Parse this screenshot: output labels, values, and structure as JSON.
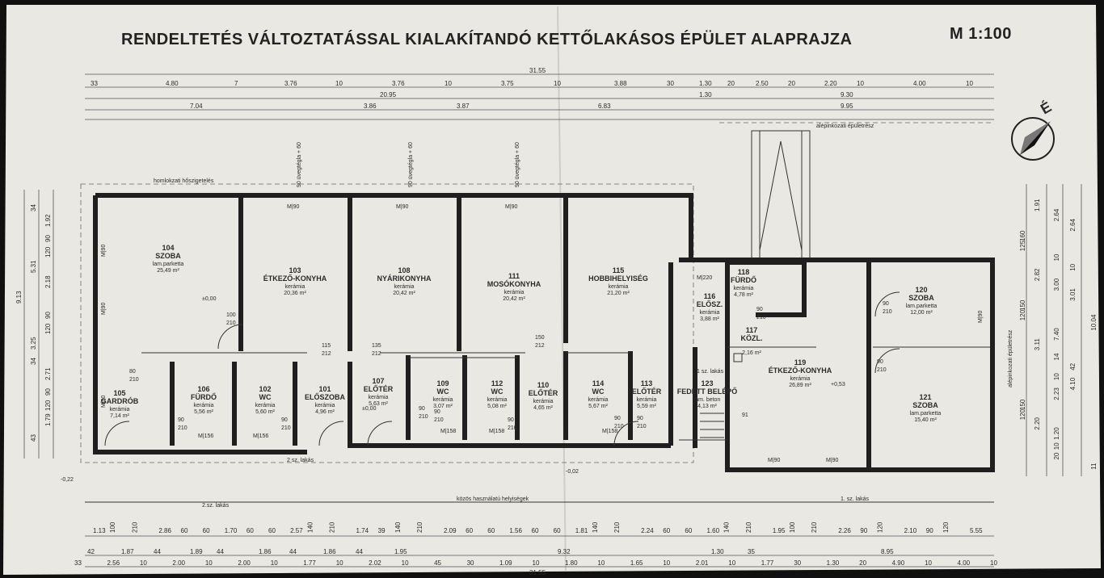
{
  "title": "RENDELTETÉS VÁLTOZTATÁSSAL KIALAKÍTANDÓ KETTŐLAKÁSOS ÉPÜLET ALAPRAJZA",
  "scale": "M 1:100",
  "compass": {
    "letter": "É"
  },
  "dims_top": {
    "row1": [
      "33",
      "4.80",
      "7",
      "3.76",
      "10",
      "3.76",
      "10",
      "3.75",
      "10",
      "3.88",
      "30",
      "1.30",
      "20",
      "2.50",
      "20",
      "2.20",
      "10",
      "4.00",
      "10"
    ],
    "overall": "31.55",
    "row2": [
      "20.95",
      "1.30",
      "9.30"
    ],
    "row3": [
      "7.04",
      "3.86",
      "3.87",
      "6.83",
      "9.95"
    ]
  },
  "dims_bottom": {
    "row1": [
      "1.13",
      "100",
      "210",
      "2.86",
      "60",
      "60",
      "1.70",
      "60",
      "60",
      "2.57",
      "140",
      "210",
      "1.74",
      "39",
      "140",
      "210",
      "2.09",
      "60",
      "60",
      "1.56",
      "60",
      "60",
      "1.81",
      "140",
      "210",
      "2.24",
      "60",
      "60",
      "1.60",
      "140",
      "210",
      "1.95",
      "100",
      "210",
      "2.26",
      "90",
      "120",
      "2.10",
      "90",
      "120",
      "5.55"
    ],
    "row2": [
      "42",
      "1.87",
      "44",
      "1.89",
      "44",
      "1.86",
      "44",
      "1.86",
      "44",
      "1.95",
      "9.32",
      "1.30",
      "35",
      "8.95"
    ],
    "row3": [
      "33",
      "2.56",
      "10",
      "2.00",
      "10",
      "2.00",
      "10",
      "1.77",
      "10",
      "2.02",
      "10",
      "45",
      "30",
      "1.09",
      "10",
      "1.80",
      "10",
      "1.65",
      "10",
      "2.01",
      "10",
      "1.77",
      "30",
      "1.30",
      "20",
      "4.90",
      "10",
      "4.00",
      "10"
    ],
    "overall": "31.55"
  },
  "dims_left": [
    "34",
    "1.92",
    "90",
    "120",
    "5.31",
    "2.18",
    "9.13",
    "90",
    "120",
    "3.25",
    "34",
    "2.71",
    "90",
    "120",
    "1.79",
    "43"
  ],
  "dims_right": [
    "1.91",
    "2.64",
    "2.64",
    "160",
    "125",
    "10",
    "10",
    "2.82",
    "3.00",
    "3.01",
    "150",
    "120",
    "10.04",
    "7.40",
    "3.11",
    "14",
    "42",
    "10",
    "4.10",
    "2.23",
    "150",
    "120",
    "2.20",
    "1.20",
    "10",
    "20",
    "11"
  ],
  "window_labels": [
    "90 üvegtégla + 60",
    "90 üvegtégla + 60",
    "90 üvegtégla + 60"
  ],
  "openings": [
    "M|90",
    "M|90",
    "M|90",
    "M|90",
    "M|90",
    "M|90",
    "M|90",
    "M|156",
    "M|156",
    "M|158",
    "M|158",
    "M|158",
    "M|220",
    "M|90",
    "M|90"
  ],
  "misc_labels": {
    "homlokzati": "homlokzati hőszigetelés",
    "alapinkozati": "alépinkozati épületrész",
    "alapinkozati_side": "alépinkozati épületrész",
    "lakas2": "2.sz. lakás",
    "kozos": "közös használatú helyiségek",
    "lakas1": "1. sz. lakás",
    "lakas2_mid": "2 sz. lakás",
    "lakas1_mid": "1 sz. lakás",
    "level_000a": "±0,00",
    "level_000b": "±0,00",
    "level_002": "-0,02",
    "level_022": "-0,22",
    "level_053": "+0,53"
  },
  "door_labels": [
    {
      "w": "100",
      "h": "210"
    },
    {
      "w": "80",
      "h": "210"
    },
    {
      "w": "90",
      "h": "210"
    },
    {
      "w": "90",
      "h": "210"
    },
    {
      "w": "115",
      "h": "212"
    },
    {
      "w": "135",
      "h": "212"
    },
    {
      "w": "90",
      "h": "210"
    },
    {
      "w": "90",
      "h": "210"
    },
    {
      "w": "150",
      "h": "212"
    },
    {
      "w": "90",
      "h": "210"
    },
    {
      "w": "90",
      "h": "210"
    },
    {
      "w": "90",
      "h": "210"
    },
    {
      "w": "90",
      "h": "210"
    },
    {
      "w": "90",
      "h": "210"
    },
    {
      "w": "90",
      "h": "210"
    },
    {
      "w": "91",
      "h": ""
    }
  ],
  "rooms": [
    {
      "num": "104",
      "name": "SZOBA",
      "floor": "lam.parketta",
      "area": "25,49 m²"
    },
    {
      "num": "103",
      "name": "ÉTKEZŐ-KONYHA",
      "floor": "kerámia",
      "area": "20,36 m²"
    },
    {
      "num": "108",
      "name": "NYÁRIKONYHA",
      "floor": "kerámia",
      "area": "20,42 m²"
    },
    {
      "num": "111",
      "name": "MOSÓKONYHA",
      "floor": "kerámia",
      "area": "20,42 m²"
    },
    {
      "num": "115",
      "name": "HOBBIHELYISÉG",
      "floor": "kerámia",
      "area": "21,20 m²"
    },
    {
      "num": "105",
      "name": "GARDRÓB",
      "floor": "kerámia",
      "area": "7,14 m²"
    },
    {
      "num": "106",
      "name": "FÜRDŐ",
      "floor": "kerámia",
      "area": "5,56 m²"
    },
    {
      "num": "102",
      "name": "WC",
      "floor": "kerámia",
      "area": "5,60 m²"
    },
    {
      "num": "101",
      "name": "ELŐSZOBA",
      "floor": "kerámia",
      "area": "4,96 m²"
    },
    {
      "num": "107",
      "name": "ELŐTÉR",
      "floor": "kerámia",
      "area": "5,63 m²"
    },
    {
      "num": "109",
      "name": "WC",
      "floor": "kerámia",
      "area": "3,07 m²"
    },
    {
      "num": "112",
      "name": "WC",
      "floor": "kerámia",
      "area": "5,08 m²"
    },
    {
      "num": "110",
      "name": "ELŐTÉR",
      "floor": "kerámia",
      "area": "4,65 m²"
    },
    {
      "num": "114",
      "name": "WC",
      "floor": "kerámia",
      "area": "5,67 m²"
    },
    {
      "num": "113",
      "name": "ELŐTÉR",
      "floor": "kerámia",
      "area": "5,59 m²"
    },
    {
      "num": "116",
      "name": "ELŐSZ.",
      "floor": "kerámia",
      "area": "3,88 m²"
    },
    {
      "num": "118",
      "name": "FÜRDŐ",
      "floor": "kerámia",
      "area": "4,78 m²"
    },
    {
      "num": "117",
      "name": "KÖZL.",
      "floor": "",
      "area": "2,16 m²"
    },
    {
      "num": "119",
      "name": "ÉTKEZŐ-KONYHA",
      "floor": "kerámia",
      "area": "26,89 m²"
    },
    {
      "num": "123",
      "name": "FEDETT BELÉPŐ",
      "floor": "lám. beton",
      "area": "4,13 m²"
    },
    {
      "num": "120",
      "name": "SZOBA",
      "floor": "lam.parketta",
      "area": "12,00 m²"
    },
    {
      "num": "121",
      "name": "SZOBA",
      "floor": "lam.parketta",
      "area": "15,40 m²"
    }
  ]
}
